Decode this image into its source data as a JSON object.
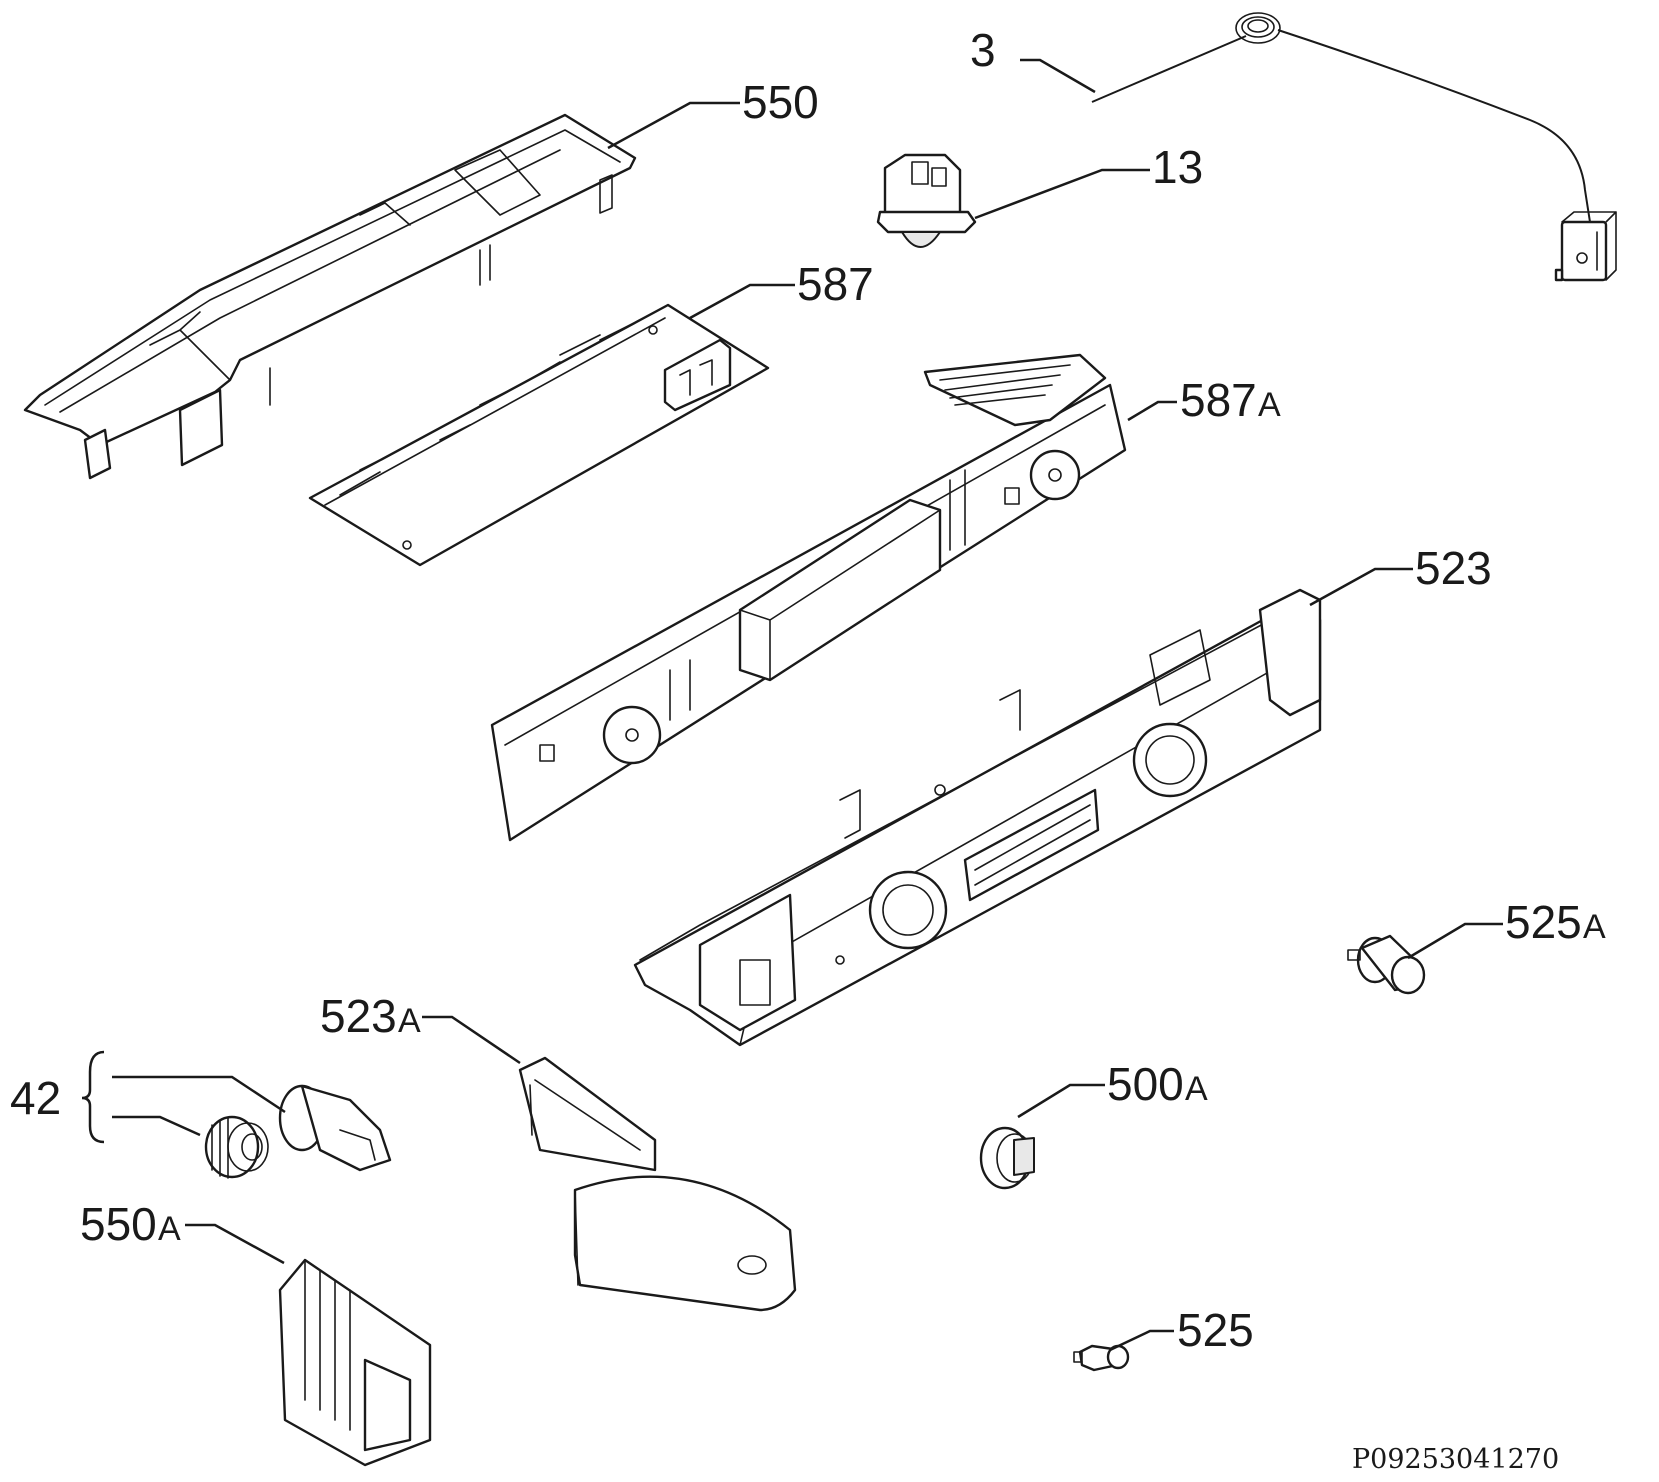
{
  "labels": {
    "p3": "3",
    "p13": "13",
    "p42": "42",
    "p500A": "500",
    "p500A_suffix": "A",
    "p523": "523",
    "p523A": "523",
    "p523A_suffix": "A",
    "p525": "525",
    "p525A": "525",
    "p525A_suffix": "A",
    "p550": "550",
    "p550A": "550",
    "p550A_suffix": "A",
    "p587": "587",
    "p587A": "587",
    "p587A_suffix": "A"
  },
  "drawing_number": "P09253041270"
}
